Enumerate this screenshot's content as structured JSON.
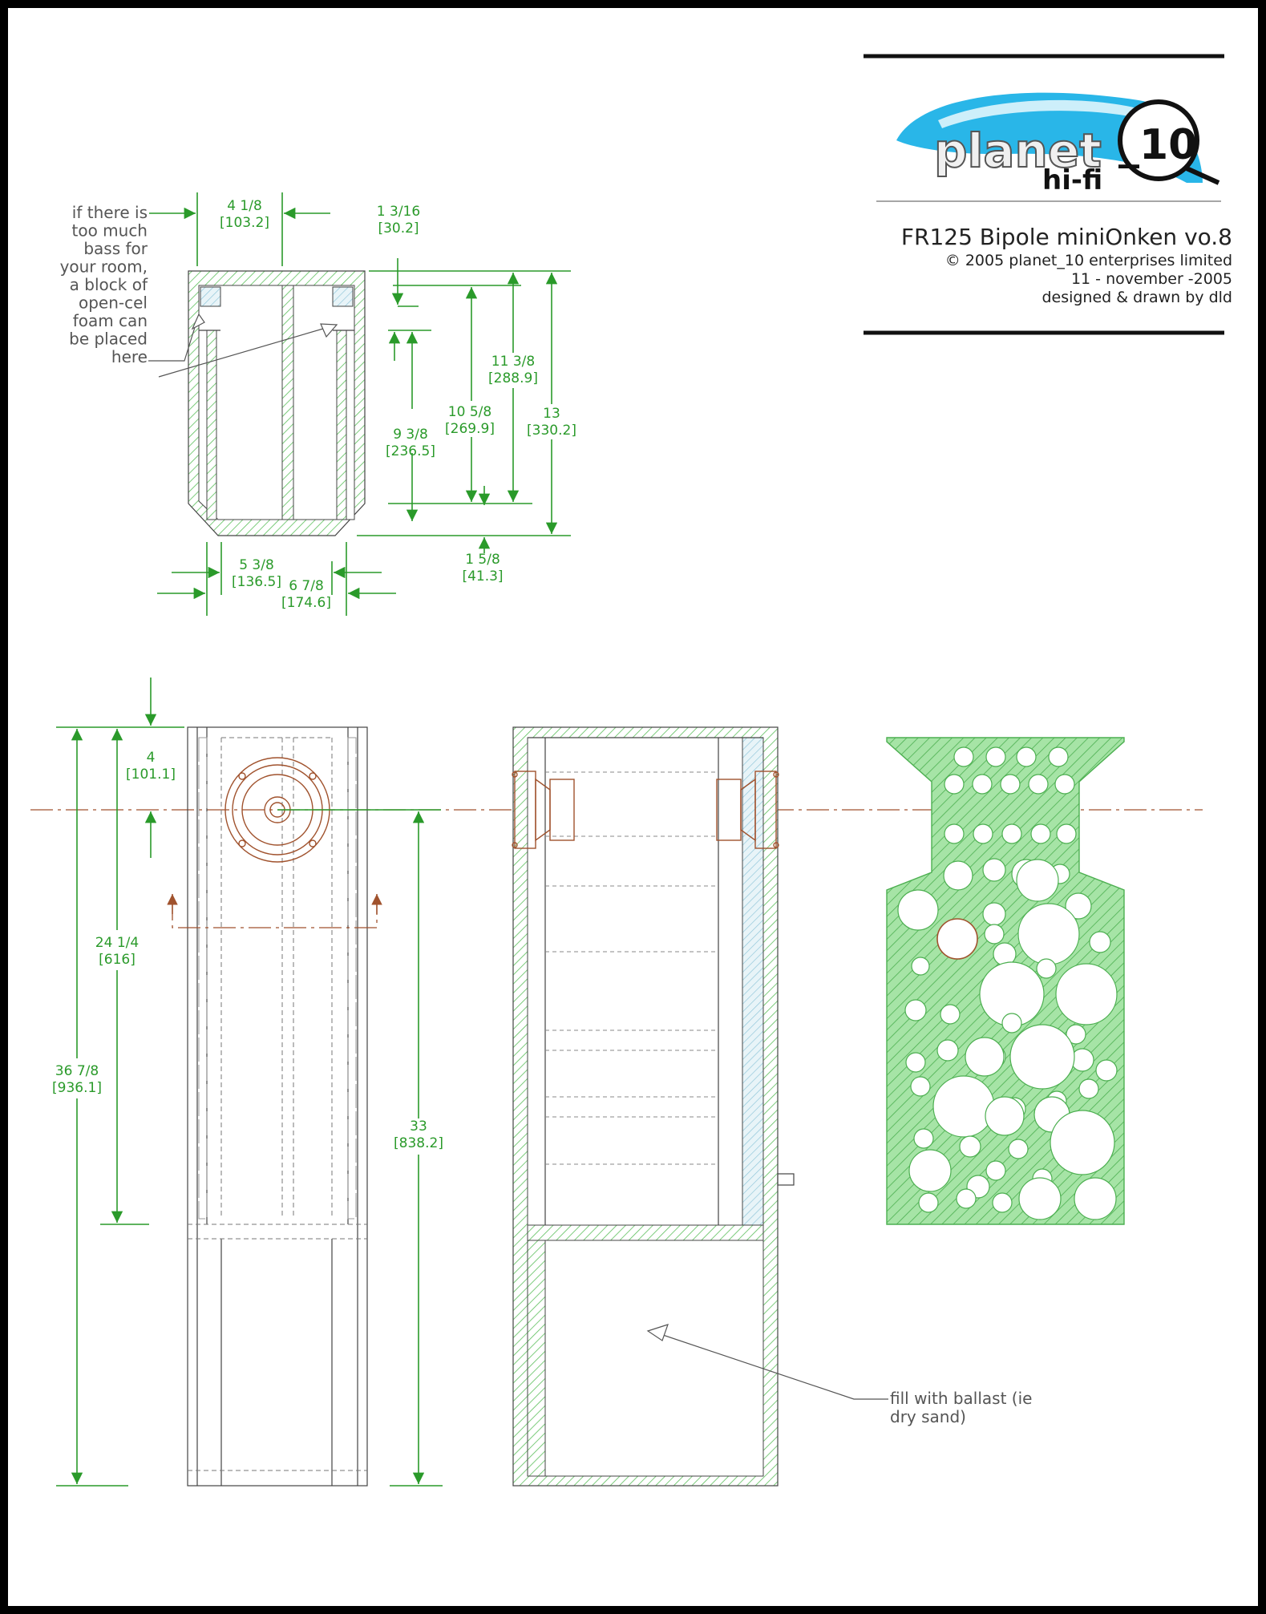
{
  "title_block": {
    "logo_main": "planet",
    "logo_num": "_10",
    "logo_sub": "hi-fi",
    "title": "FR125 Bipole miniOnken  vo.8",
    "copyright": "© 2005 planet_10 enterprises limited",
    "date": "11 - november -2005",
    "credit": "designed & drawn by dld"
  },
  "notes": {
    "foam_lines": [
      "if there is",
      "too much",
      "bass for",
      "your room,",
      "a block of",
      "open-cel",
      "foam can",
      "be placed",
      "here"
    ],
    "ballast_lines": [
      "fill with ballast (ie",
      "dry sand)"
    ]
  },
  "top_dims": {
    "w_top": [
      "4 1/8",
      "[103.2]"
    ],
    "d_small": [
      "1 3/16",
      "[30.2]"
    ],
    "h_inner": [
      "9 3/8",
      "[236.5]"
    ],
    "h_mid": [
      "10 5/8",
      "[269.9]"
    ],
    "h_upper": [
      "11 3/8",
      "[288.9]"
    ],
    "h_total": [
      "13",
      "[330.2]"
    ],
    "d_bottom": [
      "1 5/8",
      "[41.3]"
    ],
    "w_inner": [
      "5 3/8",
      "[136.5]"
    ],
    "w_outer": [
      "6 7/8",
      "[174.6]"
    ]
  },
  "front_dims": {
    "driver_off": [
      "4",
      "[101.1]"
    ],
    "chamber_h": [
      "24 1/4",
      "[616]"
    ],
    "total_h": [
      "36 7/8",
      "[936.1]"
    ],
    "driver_to_base": [
      "33",
      "[838.2]"
    ]
  },
  "colors": {
    "dimension": "#2a9a2a",
    "hatch": "#5cbf5c",
    "driver": "#a0522d",
    "foam": "#9ccfe0",
    "frame": "#000000"
  }
}
